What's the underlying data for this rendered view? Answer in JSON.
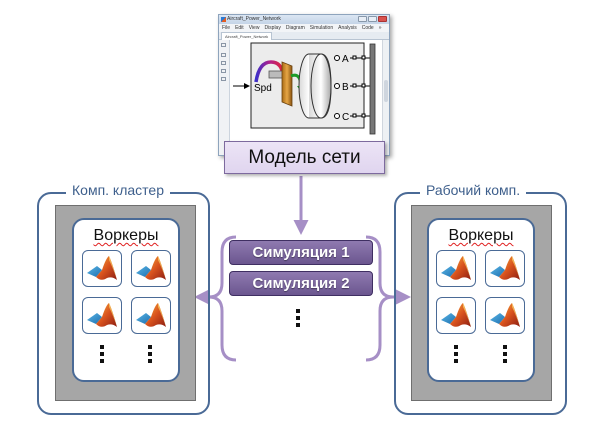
{
  "model_window": {
    "title": "Aircraft_Power_Network",
    "menu": [
      "File",
      "Edit",
      "View",
      "Display",
      "Diagram",
      "Simulation",
      "Analysis",
      "Code",
      "»"
    ],
    "tab": "Aircraft_Power_Network",
    "block": {
      "input_label": "Spd",
      "ports": [
        "A",
        "B",
        "C"
      ]
    }
  },
  "model_label": "Модель сети",
  "simulations": {
    "items": [
      "Симуляция 1",
      "Симуляция 2"
    ],
    "more": "⋮"
  },
  "cluster": {
    "label": "Комп. кластер",
    "workers_title": "Воркеры",
    "worker_count_shown": 4
  },
  "workstation": {
    "label": "Рабочий комп.",
    "workers_title": "Воркеры",
    "worker_count_shown": 4
  },
  "icons": {
    "worker": "matlab-membrane-logo"
  },
  "colors": {
    "frame": "#4a6a96",
    "connector": "#a68fc6",
    "sim_button": "#7a66a0",
    "model_label_bg": "#e4daf1"
  }
}
